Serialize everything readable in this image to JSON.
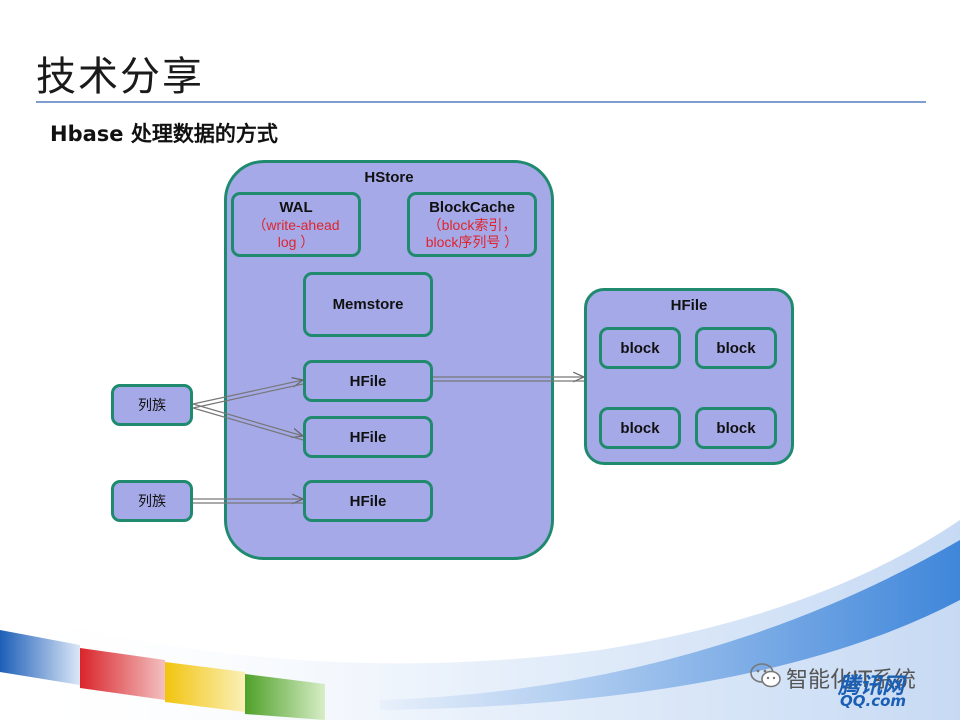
{
  "slide": {
    "title": "技术分享",
    "subtitle": "Hbase 处理数据的方式"
  },
  "hstore": {
    "label": "HStore",
    "wal": {
      "label": "WAL",
      "detail_1": "（write-ahead",
      "detail_2": "log ）"
    },
    "blockcache": {
      "label": "BlockCache",
      "detail_1": "（block索引，",
      "detail_2": "block序列号 ）"
    },
    "memstore": {
      "label": "Memstore"
    },
    "hfiles": [
      "HFile",
      "HFile",
      "HFile"
    ]
  },
  "column_families": [
    "列族",
    "列族"
  ],
  "hfile_detail": {
    "label": "HFile",
    "blocks": [
      "block",
      "block",
      "block",
      "block"
    ]
  },
  "footer": {
    "brand_text": "智能化IT系统",
    "logo_cn": "腾讯网",
    "logo_en": "QQ.com"
  },
  "colors": {
    "box_fill": "#a5a9e8",
    "box_border": "#1f8a6e",
    "annotation_text": "#e0242b",
    "title_rule": "#7f9ecf",
    "stripe_blue": "#2a6fc9",
    "stripe_red": "#d9252b",
    "stripe_yellow": "#f2c40f",
    "stripe_green": "#5fae2e"
  }
}
